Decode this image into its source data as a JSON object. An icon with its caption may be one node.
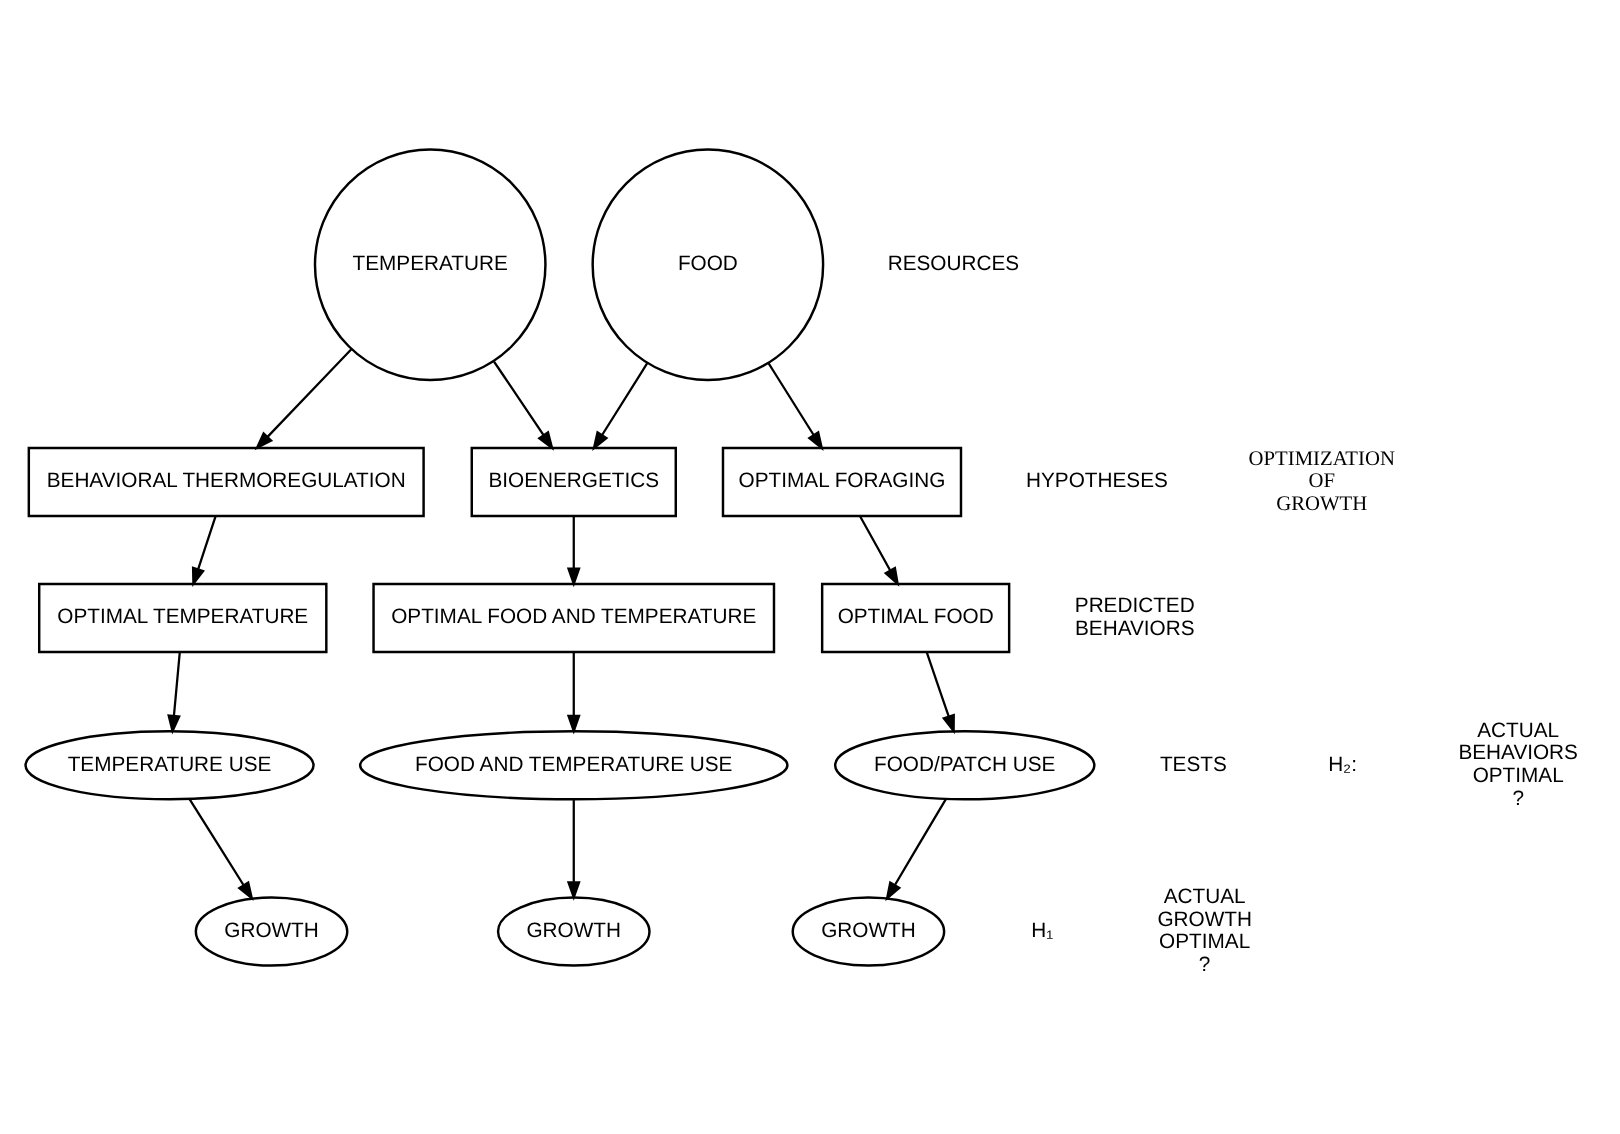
{
  "diagram": {
    "nodes": [
      {
        "text": [
          "TEMPERATURE"
        ]
      },
      {
        "text": [
          "FOOD"
        ]
      },
      {
        "text": [
          "BEHAVIORAL THERMOREGULATION"
        ]
      },
      {
        "text": [
          "BIOENERGETICS"
        ]
      },
      {
        "text": [
          "OPTIMAL FORAGING"
        ]
      },
      {
        "text": [
          "OPTIMAL TEMPERATURE"
        ]
      },
      {
        "text": [
          "OPTIMAL FOOD AND TEMPERATURE"
        ]
      },
      {
        "text": [
          "OPTIMAL FOOD"
        ]
      },
      {
        "text": [
          "TEMPERATURE USE"
        ]
      },
      {
        "text": [
          "FOOD AND TEMPERATURE USE"
        ]
      },
      {
        "text": [
          "FOOD/PATCH USE"
        ]
      },
      {
        "text": [
          "GROWTH"
        ]
      },
      {
        "text": [
          "GROWTH"
        ]
      },
      {
        "text": [
          "GROWTH"
        ]
      }
    ],
    "edges": [
      {
        "from": 0,
        "to": 2,
        "arrow": "to"
      },
      {
        "from": 0,
        "to": 3,
        "arrow": "to"
      },
      {
        "from": 1,
        "to": 3,
        "arrow": "to"
      },
      {
        "from": 1,
        "to": 4,
        "arrow": "to"
      },
      {
        "from": 2,
        "to": 5,
        "arrow": "to"
      },
      {
        "from": 3,
        "to": 6,
        "arrow": "to"
      },
      {
        "from": 4,
        "to": 7,
        "arrow": "to"
      },
      {
        "from": 5,
        "to": 8,
        "arrow": "to"
      },
      {
        "from": 6,
        "to": 9,
        "arrow": "to"
      },
      {
        "from": 7,
        "to": 10,
        "arrow": "to"
      },
      {
        "from": 8,
        "to": 11,
        "arrow": "to"
      },
      {
        "from": 9,
        "to": 12,
        "arrow": "to"
      },
      {
        "from": 10,
        "to": 13,
        "arrow": "to"
      }
    ],
    "labels": [
      "RESOURCES",
      "OPTIMIZATION OF GROWTH",
      "HYPOTHESES",
      "PREDICTED BEHAVIORS",
      "H₂:",
      "ACTUAL BEHAVIORS OPTIMAL ?",
      "TESTS",
      "H₁",
      "ACTUAL GROWTH OPTIMAL ?"
    ]
  }
}
